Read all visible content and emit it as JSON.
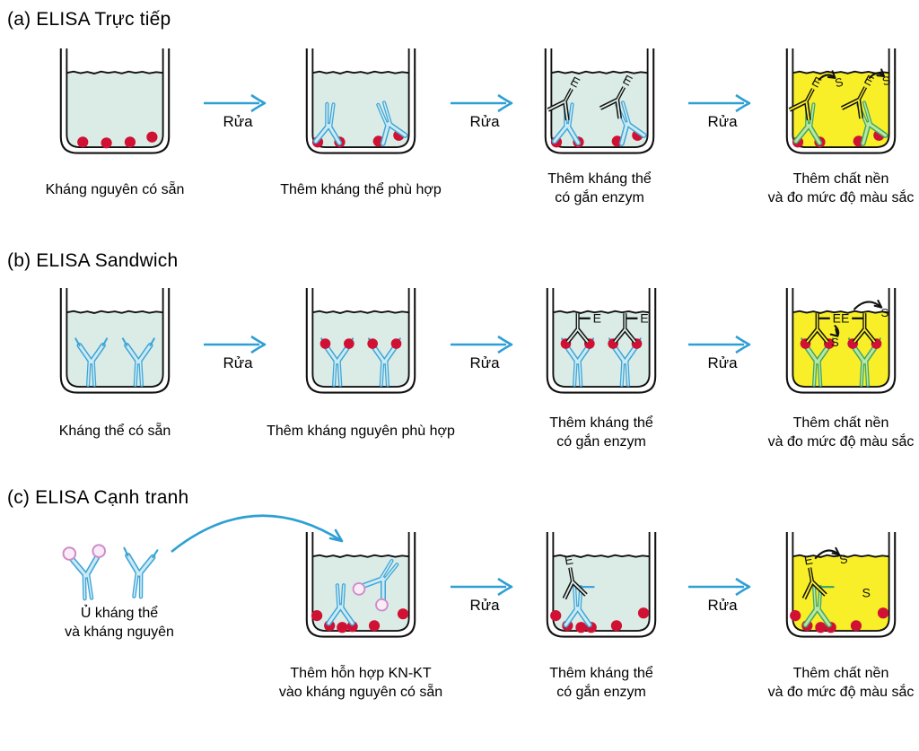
{
  "figure": {
    "colors": {
      "background": "#ffffff",
      "liquid_teal": "#dbece6",
      "liquid_yellow": "#f8ef29",
      "antigen_red": "#d01133",
      "antibody_blue_fill": "#cdeaf5",
      "antibody_blue_stroke": "#3ea6d7",
      "antibody_green_fill": "#bce79e",
      "antibody_green_stroke": "#3fa66b",
      "antigen_pink_fill": "#f9ecf6",
      "antigen_pink_stroke": "#cf8cc8",
      "arrow_blue": "#2e9fd4",
      "ink": "#111111",
      "text": "#000000"
    },
    "letters": {
      "enzyme": "E",
      "substrate": "S"
    },
    "sections": [
      {
        "id": "a",
        "title": "(a) ELISA Trực tiếp",
        "wells": [
          {
            "name": "antigens-coated",
            "liquid": "teal",
            "content": "antigens",
            "label_lines": [
              "Kháng nguyên có sẵn"
            ]
          },
          {
            "name": "matched-antibody-added",
            "liquid": "teal",
            "content": "direct_ab",
            "label_lines": [
              "Thêm kháng thể phù hợp"
            ]
          },
          {
            "name": "enzyme-antibody-added",
            "liquid": "teal",
            "content": "direct_enz",
            "label_lines": [
              "Thêm kháng thể",
              "có gắn enzym"
            ]
          },
          {
            "name": "substrate-added",
            "liquid": "yellow",
            "content": "direct_sub",
            "label_lines": [
              "Thêm chất nền",
              "và đo mức độ màu sắc"
            ]
          }
        ],
        "arrows": [
          {
            "label": "Rửa"
          },
          {
            "label": "Rửa"
          },
          {
            "label": "Rửa"
          }
        ]
      },
      {
        "id": "b",
        "title": "(b) ELISA Sandwich",
        "wells": [
          {
            "name": "capture-antibody-coated",
            "liquid": "teal",
            "content": "sand_ab",
            "label_lines": [
              "Kháng thể có sẵn"
            ]
          },
          {
            "name": "matched-antigen-added",
            "liquid": "teal",
            "content": "sand_ag",
            "label_lines": [
              "Thêm kháng nguyên phù hợp"
            ]
          },
          {
            "name": "enzyme-antibody-added",
            "liquid": "teal",
            "content": "sand_enz",
            "label_lines": [
              "Thêm kháng thể",
              "có gắn enzym"
            ]
          },
          {
            "name": "substrate-added",
            "liquid": "yellow",
            "content": "sand_sub",
            "label_lines": [
              "Thêm chất nền",
              "và đo mức độ màu sắc"
            ]
          }
        ],
        "arrows": [
          {
            "label": "Rửa"
          },
          {
            "label": "Rửa"
          },
          {
            "label": "Rửa"
          }
        ]
      },
      {
        "id": "c",
        "title": "(c) ELISA Cạnh tranh",
        "incubate": {
          "label_lines": [
            "Ủ kháng thể",
            "và kháng nguyên"
          ]
        },
        "wells": [
          {
            "name": "mixture-added",
            "liquid": "teal",
            "content": "comp_mix",
            "label_lines": [
              "Thêm hỗn hợp KN-KT",
              "vào kháng nguyên có sẵn"
            ]
          },
          {
            "name": "enzyme-antibody-added",
            "liquid": "teal",
            "content": "comp_enz",
            "label_lines": [
              "Thêm kháng thể",
              "có gắn enzym"
            ]
          },
          {
            "name": "substrate-added",
            "liquid": "yellow",
            "content": "comp_sub",
            "label_lines": [
              "Thêm chất nền",
              "và đo mức độ màu sắc"
            ]
          }
        ],
        "arrows": [
          {
            "label": "Rửa"
          },
          {
            "label": "Rửa"
          }
        ]
      }
    ]
  }
}
